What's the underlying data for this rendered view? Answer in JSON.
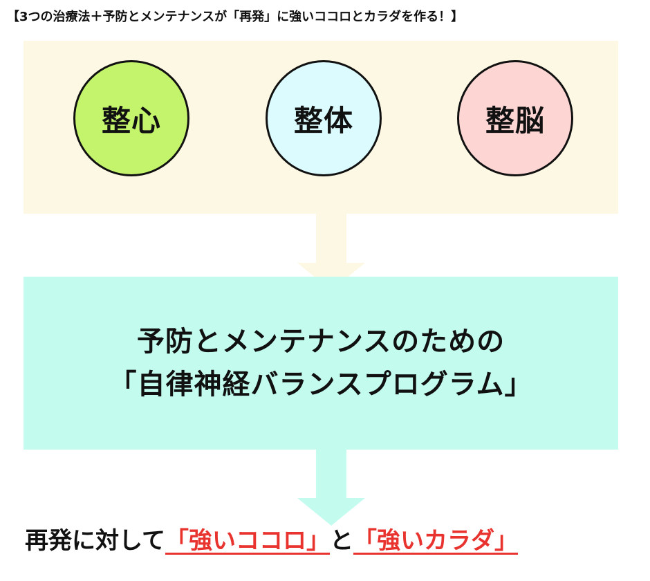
{
  "heading": "【3つの治療法＋予防とメンテナンスが「再発」に強いココロとカラダを作る！】",
  "colors": {
    "top_panel": "#fdf8e3",
    "mid_panel": "#c4fbef",
    "arrow_top": "#fdf8e3",
    "arrow_bottom": "#c4fbef",
    "highlight": "#e8332f"
  },
  "treatments": [
    {
      "label": "整心",
      "color": "#c4f36c"
    },
    {
      "label": "整体",
      "color": "#dcfbff"
    },
    {
      "label": "整脳",
      "color": "#fdd6d4"
    }
  ],
  "program": {
    "line1": "予防とメンテナンスのための",
    "line2": "「自律神経バランスプログラム」"
  },
  "result": {
    "prefix": "再発に対して",
    "highlight1": "「強いココロ」",
    "connector": "と",
    "highlight2": "「強いカラダ」"
  }
}
